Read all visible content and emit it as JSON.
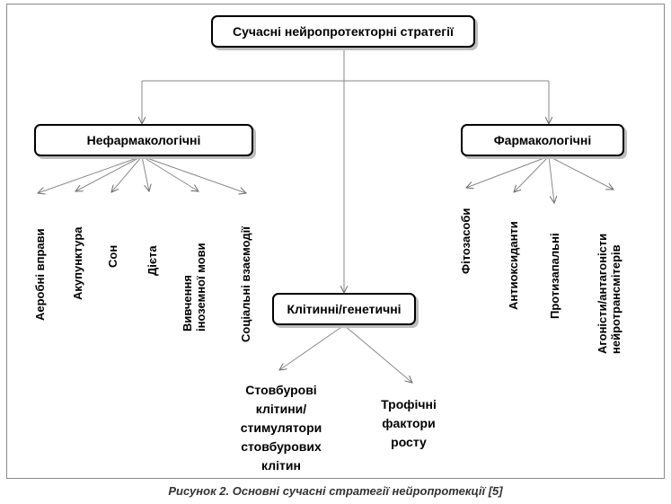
{
  "root": {
    "label": "Сучасні нейропротекторні стратегії"
  },
  "branches": {
    "nonpharm": {
      "label": "Нефармакологічні",
      "items": [
        "Аеробні вправи",
        "Акупунктура",
        "Сон",
        "Дієта",
        "Вивчення іноземної мови",
        "Соціальні взаємодії"
      ]
    },
    "cellular": {
      "label": "Клітинні/генетичні",
      "items": [
        "Стовбурові клітини/ стимулятори стовбурових клітин",
        "Трофічні фактори росту"
      ]
    },
    "pharm": {
      "label": "Фармакологічні",
      "items": [
        "Фітозасоби",
        "Антиоксиданти",
        "Протизапальні",
        "Агоністи/антагоністи нейротрансмітерів"
      ]
    }
  },
  "caption": "Рисунок 2. Основні сучасні стратегії нейропротекції [5]"
}
